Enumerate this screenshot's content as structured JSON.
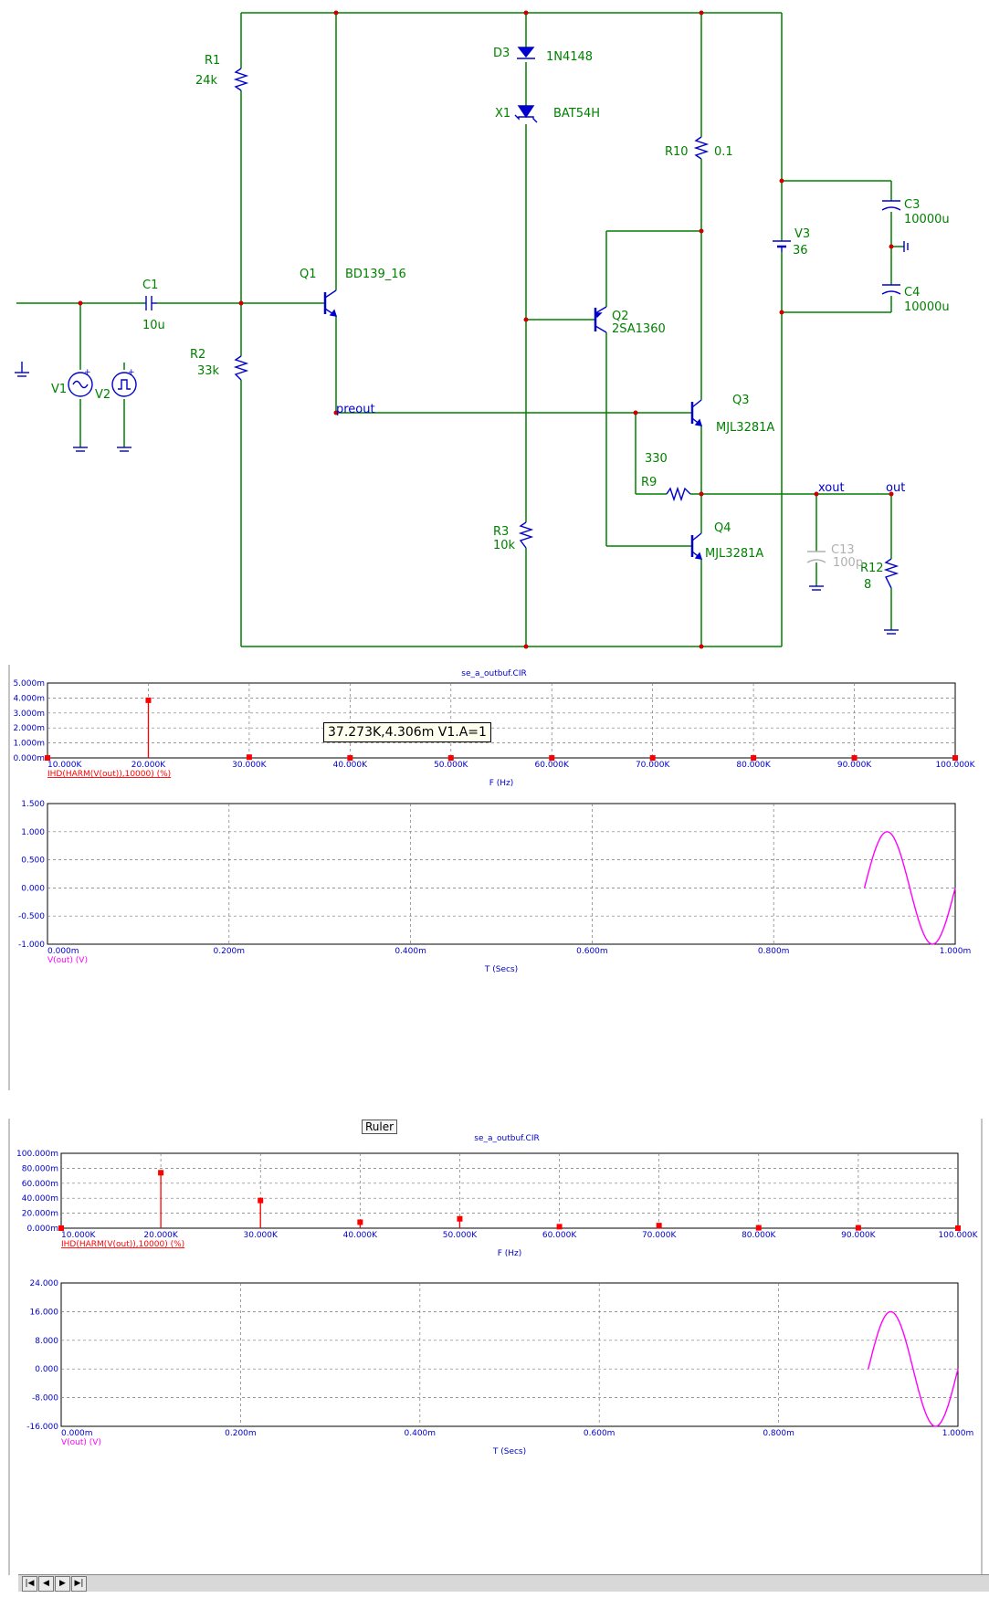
{
  "schematic": {
    "components": [
      {
        "ref": "R1",
        "value": "24k"
      },
      {
        "ref": "R2",
        "value": "33k"
      },
      {
        "ref": "R3",
        "value": "10k"
      },
      {
        "ref": "R9",
        "value": "330"
      },
      {
        "ref": "R10",
        "value": "0.1"
      },
      {
        "ref": "R12",
        "value": "8"
      },
      {
        "ref": "C1",
        "value": "10u"
      },
      {
        "ref": "C3",
        "value": "10000u"
      },
      {
        "ref": "C4",
        "value": "10000u"
      },
      {
        "ref": "C13",
        "value": "100p"
      },
      {
        "ref": "D3",
        "value": "1N4148"
      },
      {
        "ref": "X1",
        "value": "BAT54H"
      },
      {
        "ref": "Q1",
        "value": "BD139_16"
      },
      {
        "ref": "Q2",
        "value": "2SA1360"
      },
      {
        "ref": "Q3",
        "value": "MJL3281A"
      },
      {
        "ref": "Q4",
        "value": "MJL3281A"
      },
      {
        "ref": "V1",
        "value": ""
      },
      {
        "ref": "V2",
        "value": ""
      },
      {
        "ref": "V3",
        "value": "36"
      }
    ],
    "nodes": [
      "preout",
      "xout",
      "out"
    ],
    "colors": {
      "wire": "#008000",
      "component": "#0000cc",
      "node": "#cc0000",
      "disabled": "#b0b0b0"
    }
  },
  "plot1": {
    "title": "se_a_outbuf.CIR",
    "tooltip": "37.273K,4.306m V1.A=1",
    "chart_data": [
      {
        "type": "bar",
        "title": "",
        "series": [
          {
            "name": "IHD(HARM(V(out)),10000) (%)",
            "x": [
              10000,
              20000,
              30000,
              40000,
              50000,
              60000,
              70000,
              80000,
              90000,
              100000
            ],
            "values": [
              0,
              3.85,
              0.05,
              0,
              0,
              0,
              0,
              0,
              0,
              0
            ]
          }
        ],
        "xlabel": "F (Hz)",
        "ylabel": "",
        "xlim": [
          10000,
          100000
        ],
        "ylim": [
          0,
          5
        ],
        "xticks": [
          "10.000K",
          "20.000K",
          "30.000K",
          "40.000K",
          "50.000K",
          "60.000K",
          "70.000K",
          "80.000K",
          "90.000K",
          "100.000K"
        ],
        "yticks": [
          "0.000m",
          "1.000m",
          "2.000m",
          "3.000m",
          "4.000m",
          "5.000m"
        ],
        "grid": true,
        "color": "#ff0000"
      },
      {
        "type": "line",
        "title": "",
        "series": [
          {
            "name": "V(out) (V)",
            "amplitude": 1.0,
            "frequency_hz": 10000,
            "t_start_ms": 0.9,
            "t_end_ms": 1.0
          }
        ],
        "xlabel": "T (Secs)",
        "ylabel": "",
        "xlim": [
          0,
          1.0
        ],
        "ylim": [
          -1.0,
          1.5
        ],
        "xticks": [
          "0.000m",
          "0.200m",
          "0.400m",
          "0.600m",
          "0.800m",
          "1.000m"
        ],
        "yticks": [
          "-1.000",
          "-0.500",
          "0.000",
          "0.500",
          "1.000",
          "1.500"
        ],
        "grid": true,
        "color": "#ff00ff"
      }
    ]
  },
  "plot2": {
    "title": "se_a_outbuf.CIR",
    "ruler_label": "Ruler",
    "chart_data": [
      {
        "type": "bar",
        "title": "",
        "series": [
          {
            "name": "IHD(HARM(V(out)),10000) (%)",
            "x": [
              10000,
              20000,
              30000,
              40000,
              50000,
              60000,
              70000,
              80000,
              90000,
              100000
            ],
            "values": [
              0,
              74,
              37,
              8,
              12.5,
              2,
              3.5,
              0.5,
              0.5,
              0
            ]
          }
        ],
        "xlabel": "F (Hz)",
        "ylabel": "",
        "xlim": [
          10000,
          100000
        ],
        "ylim": [
          0,
          100
        ],
        "xticks": [
          "10.000K",
          "20.000K",
          "30.000K",
          "40.000K",
          "50.000K",
          "60.000K",
          "70.000K",
          "80.000K",
          "90.000K",
          "100.000K"
        ],
        "yticks": [
          "0.000m",
          "20.000m",
          "40.000m",
          "60.000m",
          "80.000m",
          "100.000m"
        ],
        "grid": true,
        "color": "#ff0000"
      },
      {
        "type": "line",
        "title": "",
        "series": [
          {
            "name": "V(out) (V)",
            "amplitude": 16.0,
            "frequency_hz": 10000,
            "t_start_ms": 0.9,
            "t_end_ms": 1.0
          }
        ],
        "xlabel": "T (Secs)",
        "ylabel": "",
        "xlim": [
          0,
          1.0
        ],
        "ylim": [
          -16,
          24
        ],
        "xticks": [
          "0.000m",
          "0.200m",
          "0.400m",
          "0.600m",
          "0.800m",
          "1.000m"
        ],
        "yticks": [
          "-16.000",
          "-8.000",
          "0.000",
          "8.000",
          "16.000",
          "24.000"
        ],
        "grid": true,
        "color": "#ff00ff"
      }
    ]
  }
}
